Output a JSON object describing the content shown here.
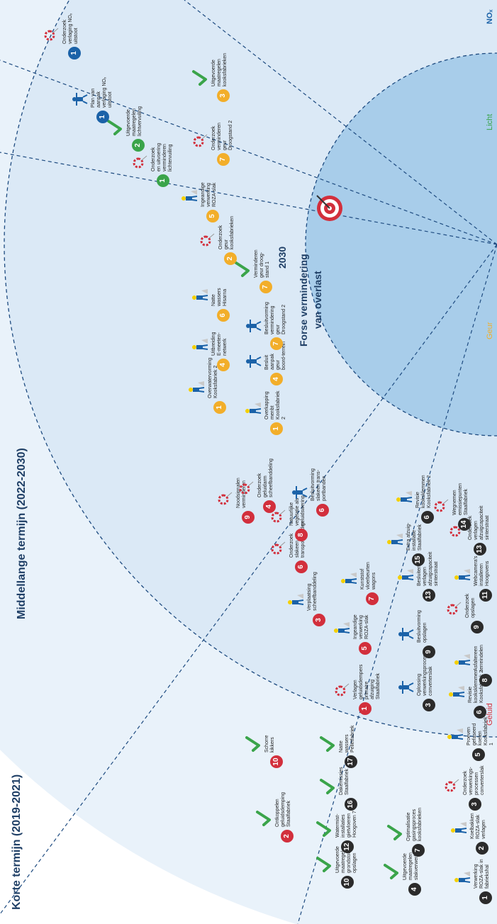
{
  "title": {
    "short_term": "Korte termijn (2019-2021)",
    "mid_term": "Middellange termijn (2022-2030)",
    "year": "2030",
    "goal_line1": "Forse vermindering",
    "goal_line2": "van overlast"
  },
  "categories": {
    "noise": "Geluid",
    "odor": "Geur",
    "light": "Licht",
    "nox": "NOₓ"
  },
  "colors": {
    "noise": "#d22f3c",
    "odor": "#f2ae2a",
    "light": "#3aa44a",
    "nox": "#1b62a8",
    "short_term": "#2b2b2b",
    "check": "#3aa44a"
  },
  "items": [
    {
      "n": "1",
      "style": "k",
      "icon": "worker-icon",
      "text": "Verwerking\nROZA-slak in\nfabriekshal"
    },
    {
      "n": "2",
      "style": "k",
      "icon": "worker-icon",
      "text": "Koelbakken\nROZA-slak\nverlagen"
    },
    {
      "n": "3",
      "style": "k",
      "icon": "research-icon",
      "text": "Onderzoek\nverwerkings-\nprocessen\nconverterslak"
    },
    {
      "n": "5",
      "style": "k",
      "icon": "worker-icon",
      "text": "Proeven\ngefaseerd koelen\nKooksfabriek 1"
    },
    {
      "n": "6",
      "style": "k",
      "icon": "worker-icon",
      "text": "Revisie\nkooksklemmen\nKooksfabriek 2"
    },
    {
      "n": "8",
      "style": "k",
      "icon": "worker-icon",
      "text": "Asfaltereen\nterreindelen"
    },
    {
      "n": "9",
      "style": "k",
      "icon": "research-icon",
      "text": "Onderzoek\nopslagen"
    },
    {
      "n": "11",
      "style": "k",
      "icon": "worker-icon",
      "text": "Webcamera’s\ninstalleren\nHoogovens"
    },
    {
      "n": "13",
      "style": "k",
      "icon": "research-icon",
      "text": "Onderzoek\nverlagen\nafzuigcapaciteit\nsinterstraat"
    },
    {
      "n": "14",
      "style": "k",
      "icon": "research-icon",
      "text": "Wegnemen\nemissiepunten\nStaalfabriek"
    },
    {
      "n": "4",
      "style": "k",
      "icon": "check-icon",
      "text": "Uitgevoerde\nmaatregelen\nslakverwerking"
    },
    {
      "n": "7",
      "style": "k",
      "icon": "check-icon",
      "text": "Optimalisatie\ngasingsproces\nkooksfabrieken"
    },
    {
      "n": "10",
      "style": "k",
      "icon": "check-icon",
      "text": "Uitgevoerde\nmaatregelen\ngrondstof-\nopslagen"
    },
    {
      "n": "12",
      "style": "k",
      "icon": "check-icon",
      "text": "Watermist-\ninstallaties\ngietvloeren\nHoogoven 7"
    },
    {
      "n": "16",
      "style": "k",
      "icon": "check-icon",
      "text": "Dakemissies\nStaalfabriek"
    },
    {
      "n": "17",
      "style": "k",
      "icon": "check-icon",
      "text": "Natte wassers\nPelletfabriek"
    },
    {
      "n": "3",
      "style": "k",
      "icon": "plan-icon",
      "text": "Oplossing\nverwerkingsproces\nconverterslak"
    },
    {
      "n": "9",
      "style": "k",
      "icon": "plan-icon",
      "text": "Besluitvorming\nopslagen"
    },
    {
      "n": "13",
      "style": "k",
      "icon": "worker-icon",
      "text": "Besluiten verlagen\nafzuigcapaciteit\nsinterstraat"
    },
    {
      "n": "15",
      "style": "k",
      "icon": "worker-icon",
      "text": "Extra afzuig-\ninstallatie\nStaalfabriek"
    },
    {
      "n": "6",
      "style": "k",
      "icon": "worker-icon",
      "text": "Revisie\nkooksklemmen\nKooksfabriek 2"
    },
    {
      "n": "2",
      "style": "r",
      "icon": "check-icon",
      "text": "Ontkoppelen\ngeluidsdemping\nStaalfabriek"
    },
    {
      "n": "10",
      "style": "r",
      "icon": "check-icon",
      "text": "Schorre\nkikkers"
    },
    {
      "n": "1",
      "style": "r",
      "icon": "research-icon",
      "text": "Verlagen\ngeluidsdempers\nprimaire afzuiging\nStaalfabriek"
    },
    {
      "n": "5",
      "style": "r",
      "icon": "worker-icon",
      "text": "Ingeandige\nverwerking\nROZA-slak"
    },
    {
      "n": "7",
      "style": "r",
      "icon": "worker-icon",
      "text": "Kunststof\nvloerbeurten\nwagons"
    },
    {
      "n": "3",
      "style": "r",
      "icon": "worker-icon",
      "text": "Verplaatsing\nscheefbanddeling"
    },
    {
      "n": "6",
      "style": "r",
      "icon": "research-icon",
      "text": "Onderzoek\nslakeen\ntransportbanden"
    },
    {
      "n": "8",
      "style": "r",
      "icon": "research-icon",
      "text": "Natuurlijke\nvegetatie als\ngeluidswering"
    },
    {
      "n": "9",
      "style": "r",
      "icon": "research-icon",
      "text": "Noodsignalen\nverminderen"
    },
    {
      "n": "4",
      "style": "r",
      "icon": "research-icon",
      "text": "Onderzoek\ngeluidarm\nscheefbanddeling"
    },
    {
      "n": "6",
      "style": "r",
      "icon": "plan-icon",
      "text": "Besluitvorming\nslakeen trans-\nportbanden"
    },
    {
      "n": "1",
      "style": "y",
      "icon": "worker-icon",
      "text": "Overkapping\nmenbt\nKooksfabriek 2"
    },
    {
      "n": "4",
      "style": "y",
      "icon": "plan-icon",
      "text": "Besluit aanpak\ngeur\nboord-terrein"
    },
    {
      "n": "7",
      "style": "y",
      "icon": "plan-icon",
      "text": "Besluitvorming\nvermindering geur\nDroogstand 2"
    },
    {
      "n": "1",
      "style": "y",
      "icon": "worker-icon",
      "text": "Overwatervorming\nKooksfabriek 2"
    },
    {
      "n": "4",
      "style": "y",
      "icon": "worker-icon",
      "text": "Uitbreiding\nE-meeten-\nnetwerk"
    },
    {
      "n": "6",
      "style": "y",
      "icon": "worker-icon",
      "text": "Natte wassers\nHisarna"
    },
    {
      "n": "7",
      "style": "y",
      "icon": "check-icon",
      "text": "Verminderen\ngeur droog-\nstand 1"
    },
    {
      "n": "2",
      "style": "y",
      "icon": "research-icon",
      "text": "Onderzoek\ngeur\nkooksfabrieken"
    },
    {
      "n": "5",
      "style": "y",
      "icon": "worker-icon",
      "text": "Ingeandige\nverwerking\nROZA-slak"
    },
    {
      "n": "7",
      "style": "y",
      "icon": "research-icon",
      "text": "Onderzoek\nverminderen\ngeur Droogstand 2"
    },
    {
      "n": "3",
      "style": "y",
      "icon": "check-icon",
      "text": "Uitgevoerde\nmaatregelen\nkooksfabrieken"
    },
    {
      "n": "1",
      "style": "g",
      "icon": "research-icon",
      "text": "Onderzoek\nen uitvoering\nverminderen\nlichtervuiling"
    },
    {
      "n": "2",
      "style": "g",
      "icon": "check-icon",
      "text": "Uitgevoerde\nmaatregelen\nlichtvervuiling"
    },
    {
      "n": "1",
      "style": "b",
      "icon": "plan-icon",
      "text": "Plan van aanpak\nverlaging NOₓ\nuitstoot"
    },
    {
      "n": "1",
      "style": "b",
      "icon": "research-icon",
      "text": "Onderzoek\nverlaging NOₓ\nuitstoot"
    }
  ]
}
